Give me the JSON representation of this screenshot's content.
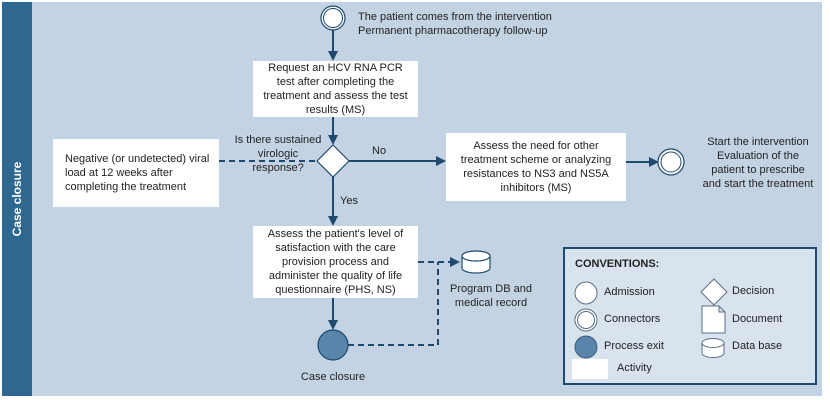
{
  "lane": {
    "label": "Case closure"
  },
  "colors": {
    "lane": "#2e6891",
    "background": "#c3d3e4",
    "flow": "#1e4a6e",
    "process_exit": "#5b84ab",
    "activity_fill": "#ffffff"
  },
  "nodes": {
    "start": {
      "type": "connector",
      "label_line1": "The patient comes from the intervention",
      "label_line2": "Permanent pharmacotherapy follow-up"
    },
    "hcv_test": {
      "type": "activity",
      "text": "Request an HCV RNA PCR test after completing the treatment and assess the test results (MS)"
    },
    "decision": {
      "type": "decision",
      "question_line1": "Is there sustained",
      "question_line2": "virologic response?"
    },
    "negative_note": {
      "type": "document-note",
      "text": "Negative (or undetected) viral load at 12 weeks after completing the treatment"
    },
    "other_scheme": {
      "type": "activity",
      "text": "Assess the need for other treatment scheme or analyzing resistances to NS3 and NS5A inhibitors (MS)"
    },
    "end_connector": {
      "type": "connector",
      "label_lines": [
        "Start the intervention",
        "Evaluation of the",
        "patient to prescribe",
        "and start the treatment"
      ]
    },
    "satisfaction": {
      "type": "activity",
      "text": "Assess the patient's level of satisfaction with the care provision process and administer the quality of life questionnaire (PHS, NS)"
    },
    "database": {
      "type": "database",
      "label_line1": "Program DB and",
      "label_line2": "medical record"
    },
    "exit": {
      "type": "process-exit",
      "label": "Case closure"
    }
  },
  "edges": {
    "no_label": "No",
    "yes_label": "Yes"
  },
  "conventions": {
    "title": "CONVENTIONS:",
    "items": [
      {
        "icon": "admission-circle",
        "label": "Admission"
      },
      {
        "icon": "connector-double-circle",
        "label": "Connectors"
      },
      {
        "icon": "process-exit-filled-circle",
        "label": "Process exit"
      },
      {
        "icon": "activity-rectangle",
        "label": "Activity"
      },
      {
        "icon": "decision-diamond",
        "label": "Decision"
      },
      {
        "icon": "document-page",
        "label": "Document"
      },
      {
        "icon": "database-cylinder",
        "label": "Data base"
      }
    ]
  }
}
